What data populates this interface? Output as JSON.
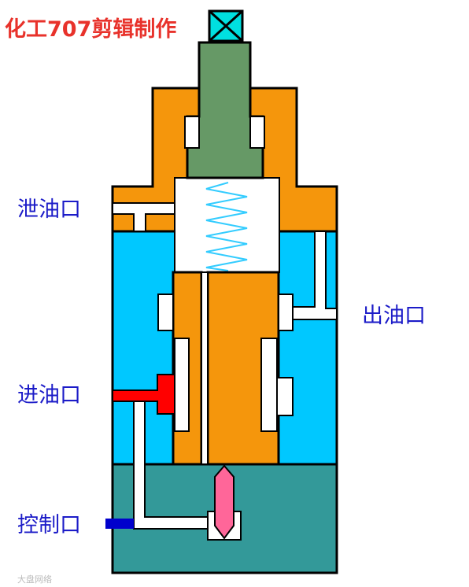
{
  "title": "化工707剪辑制作",
  "labels": {
    "drain_port": "泄油口",
    "outlet_port": "出油口",
    "inlet_port": "进油口",
    "control_port": "控制口"
  },
  "watermark": "大盘网络",
  "colors": {
    "title": "#e8322b",
    "label": "#1c1cc8",
    "outline": "#000000",
    "orange_body": "#f5960c",
    "cyan_chamber": "#00c8ff",
    "teal_base": "#339999",
    "solenoid_green": "#669966",
    "spring": "#33ccff",
    "inlet_red": "#ff0000",
    "control_blue": "#0000cc",
    "pilot_pink": "#ff6699",
    "coil_cyan": "#00e0e0"
  }
}
